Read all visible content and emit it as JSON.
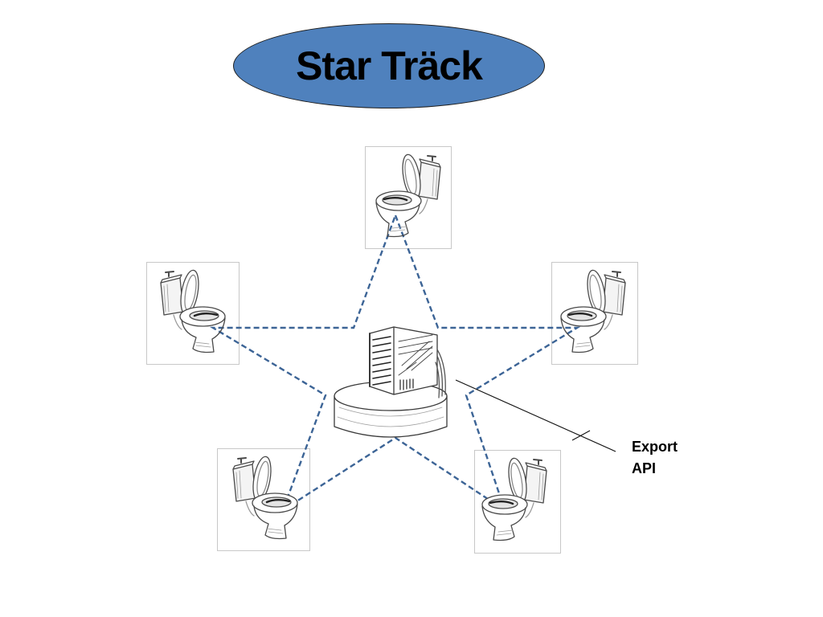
{
  "title": "Star Träck",
  "callout": {
    "label": "Export\nAPI"
  },
  "colors": {
    "title_fill": "#4f81bd",
    "star_line": "#3c6496",
    "sketch": "#4a4a4a"
  },
  "nodes": [
    {
      "id": "top",
      "icon": "toilet-icon"
    },
    {
      "id": "left",
      "icon": "toilet-icon"
    },
    {
      "id": "right",
      "icon": "toilet-icon"
    },
    {
      "id": "bottom-left",
      "icon": "toilet-icon"
    },
    {
      "id": "bottom-right",
      "icon": "toilet-icon"
    }
  ],
  "hub": {
    "icon": "server-icon"
  }
}
